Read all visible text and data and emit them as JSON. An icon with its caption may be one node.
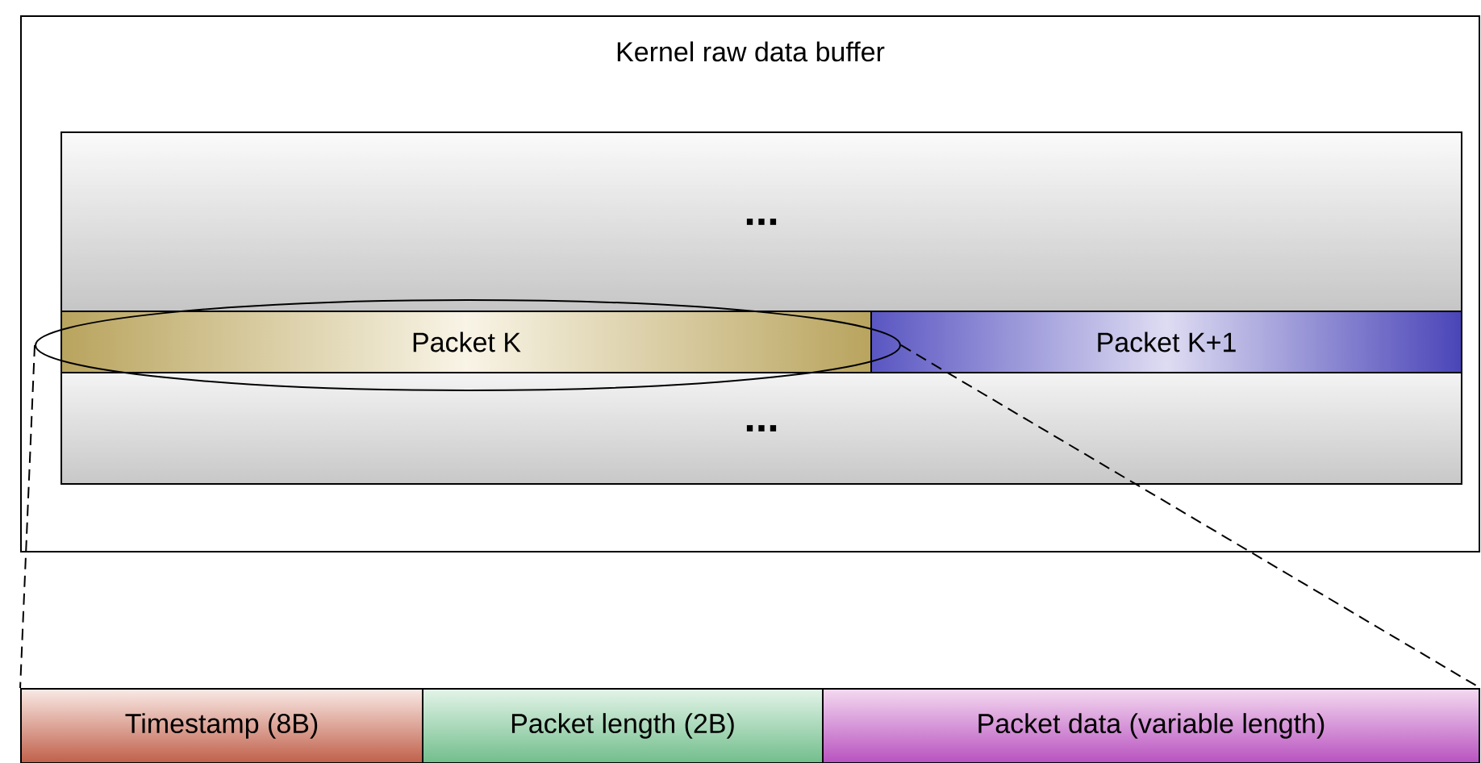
{
  "diagram": {
    "nodes": [
      {
        "text": [
          "Kernel raw data buffer"
        ]
      },
      {
        "text": [
          "..."
        ],
        "in": 0
      },
      {
        "text": [],
        "shape": "ellipse",
        "in": 0
      },
      {
        "text": [
          "Packet K"
        ],
        "in": 2
      },
      {
        "text": [
          "Packet K+1"
        ],
        "in": 0
      },
      {
        "text": [
          "..."
        ],
        "in": 0
      },
      {
        "text": [
          "Timestamp (8B)"
        ]
      },
      {
        "text": [
          "Packet length (2B)"
        ]
      },
      {
        "text": [
          "Packet data (variable length)"
        ]
      }
    ],
    "edges": [
      {
        "from": 2,
        "to": 6,
        "arrow": "none",
        "style": "dashed"
      },
      {
        "from": 2,
        "to": 8,
        "arrow": "none",
        "style": "dashed"
      }
    ]
  }
}
